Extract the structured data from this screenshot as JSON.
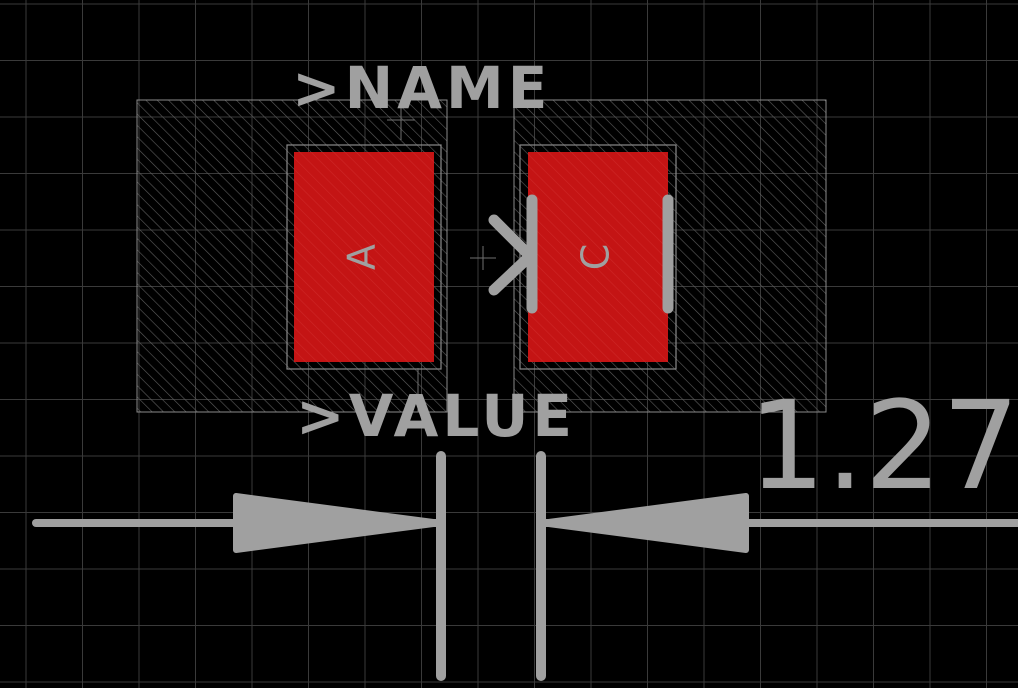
{
  "footprint": {
    "name_label": ">NAME",
    "value_label": ">VALUE",
    "pads": [
      {
        "label": "A"
      },
      {
        "label": "C"
      }
    ]
  },
  "dimension": {
    "value": "1.27"
  },
  "colors": {
    "background": "#000000",
    "grid": "#3a3a3a",
    "pad": "#c41414",
    "silkscreen": "#a0a0a0",
    "hatch": "#6a6a6a"
  }
}
